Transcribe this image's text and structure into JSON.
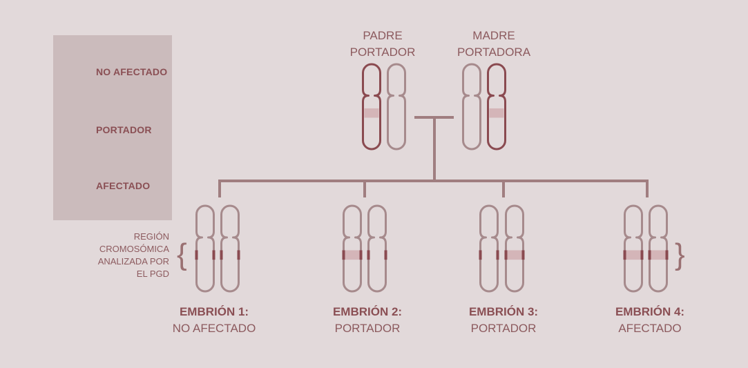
{
  "legend": {
    "items": [
      {
        "label": "NO AFECTADO",
        "status": "unaffected"
      },
      {
        "label": "PORTADOR",
        "status": "carrier"
      },
      {
        "label": "AFECTADO",
        "status": "affected"
      }
    ]
  },
  "parents": [
    {
      "line1": "PADRE",
      "line2": "PORTADOR",
      "status": "carrier",
      "mutated_side": "left"
    },
    {
      "line1": "MADRE",
      "line2": "PORTADORA",
      "status": "carrier",
      "mutated_side": "right"
    }
  ],
  "region_label": {
    "lines": [
      "REGIÓN",
      "CROMOSÓMICA",
      "ANALIZADA POR",
      "EL PGD"
    ]
  },
  "embryos": [
    {
      "title": "EMBRIÓN 1:",
      "status_label": "NO AFECTADO",
      "status": "unaffected"
    },
    {
      "title": "EMBRIÓN 2:",
      "status_label": "PORTADOR",
      "status": "carrier"
    },
    {
      "title": "EMBRIÓN 3:",
      "status_label": "PORTADOR",
      "status": "carrier"
    },
    {
      "title": "EMBRIÓN 4:",
      "status_label": "AFECTADO",
      "status": "affected"
    }
  ],
  "colors": {
    "background": "#e2d9da",
    "legend_background": "#cbbbbc",
    "chromosome_outline": "#a68a8c",
    "mutated_outline": "#8a4a50",
    "mutation_band": "#d4b5b8",
    "connector": "#a07e80",
    "text_dark": "#8a4f54",
    "text_medium": "#8c5a5e"
  }
}
